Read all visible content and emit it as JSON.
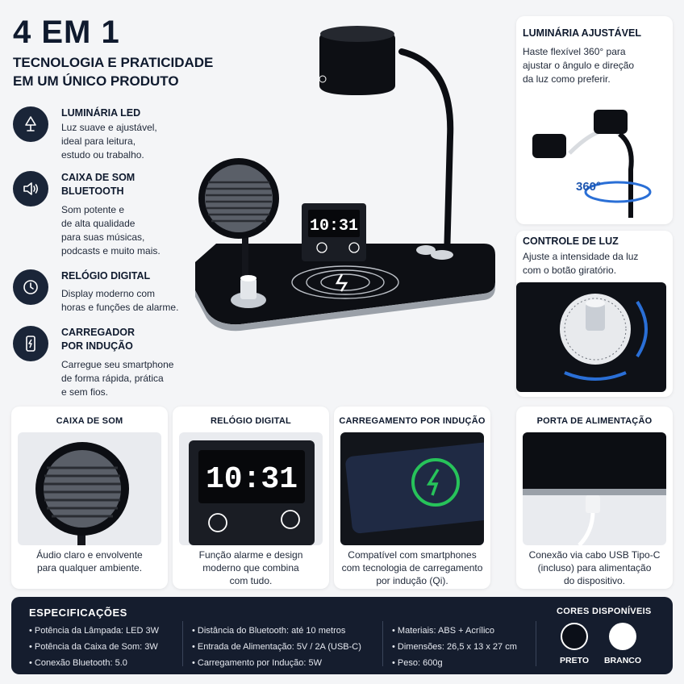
{
  "hero": {
    "title": "4 EM 1",
    "subtitle_line1": "TECNOLOGIA E PRATICIDADE",
    "subtitle_line2": "EM UM ÚNICO PRODUTO"
  },
  "features": [
    {
      "icon": "lamp-icon",
      "title": "LUMINÁRIA LED",
      "desc": [
        "Luz suave e ajustável,",
        "ideal para leitura,",
        "estudo ou trabalho."
      ]
    },
    {
      "icon": "speaker-icon",
      "title_lines": [
        "CAIXA DE SOM",
        "BLUETOOTH"
      ],
      "desc": [
        "Som potente e",
        "de alta qualidade",
        "para suas músicas,",
        "podcasts e muito mais."
      ]
    },
    {
      "icon": "clock-icon",
      "title": "RELÓGIO DIGITAL",
      "desc": [
        "Display moderno com",
        "horas e funções de alarme."
      ]
    },
    {
      "icon": "phone-charge-icon",
      "title_lines": [
        "CARREGADOR",
        "POR INDUÇÃO"
      ],
      "desc": [
        "Carregue seu smartphone",
        "de forma rápida, prática",
        "e sem fios."
      ]
    }
  ],
  "product": {
    "clock_display": "10:31"
  },
  "adjustable_card": {
    "title": "LUMINÁRIA AJUSTÁVEL",
    "desc": [
      "Haste flexível 360° para",
      "ajustar o ângulo e direção",
      "da luz como preferir."
    ],
    "rotation_label": "360°"
  },
  "light_control_card": {
    "title": "CONTROLE DE LUZ",
    "desc": [
      "Ajuste a intensidade da luz",
      "com o botão giratório."
    ]
  },
  "bottom_cards": [
    {
      "title": "CAIXA DE SOM",
      "desc": [
        "Áudio claro e envolvente",
        "para qualquer ambiente."
      ]
    },
    {
      "title": "RELÓGIO DIGITAL",
      "clock": "10:31",
      "desc": [
        "Função alarme e design",
        "moderno que combina",
        "com tudo."
      ]
    },
    {
      "title": "CARREGAMENTO POR INDUÇÃO",
      "desc": [
        "Compatível com smartphones",
        "com tecnologia de carregamento",
        "por indução (Qi)."
      ]
    },
    {
      "title": "PORTA DE ALIMENTAÇÃO",
      "desc": [
        "Conexão via cabo USB Tipo-C",
        "(incluso) para alimentação",
        "do dispositivo."
      ]
    }
  ],
  "specs": {
    "title": "ESPECIFICAÇÕES",
    "col1": [
      "• Potência da Lâmpada: LED 3W",
      "• Potência da Caixa de Som: 3W",
      "• Conexão Bluetooth: 5.0"
    ],
    "col2": [
      "• Distância do Bluetooth: até 10 metros",
      "• Entrada de Alimentação: 5V / 2A (USB-C)",
      "• Carregamento por Indução: 5W"
    ],
    "col3": [
      "• Materiais: ABS + Acrílico",
      "• Dimensões: 26,5 x 13 x 27 cm",
      "• Peso: 600g"
    ]
  },
  "colors": {
    "title": "CORES DISPONÍVEIS",
    "options": [
      {
        "label": "PRETO",
        "hex": "#0b0f18"
      },
      {
        "label": "BRANCO",
        "hex": "#ffffff"
      }
    ]
  },
  "theme": {
    "navy": "#151d2e",
    "accent_blue": "#2a6fd6",
    "charge_green": "#27c35a"
  }
}
